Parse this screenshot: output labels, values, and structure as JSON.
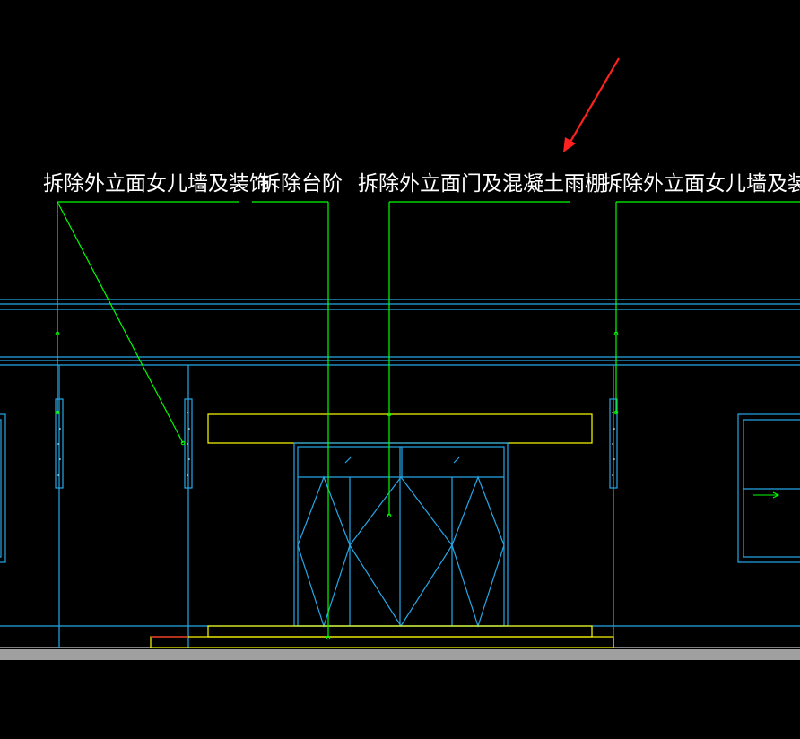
{
  "drawing": {
    "background": "#000000",
    "colors": {
      "leader": "#00ff00",
      "building": "#26a8e8",
      "canopy": "#ffff00",
      "ground": "#a0a0a0",
      "arrow": "#ff2020",
      "text": "#ffffff"
    },
    "labels": [
      {
        "text": "拆除外立面女儿墙及装饰"
      },
      {
        "text": "拆除台阶"
      },
      {
        "text": "拆除外立面门及混凝土雨棚"
      },
      {
        "text": "拆除外立面女儿墙及装饰"
      }
    ],
    "highlight_arrow": {
      "icon": "red-arrow-icon"
    }
  }
}
